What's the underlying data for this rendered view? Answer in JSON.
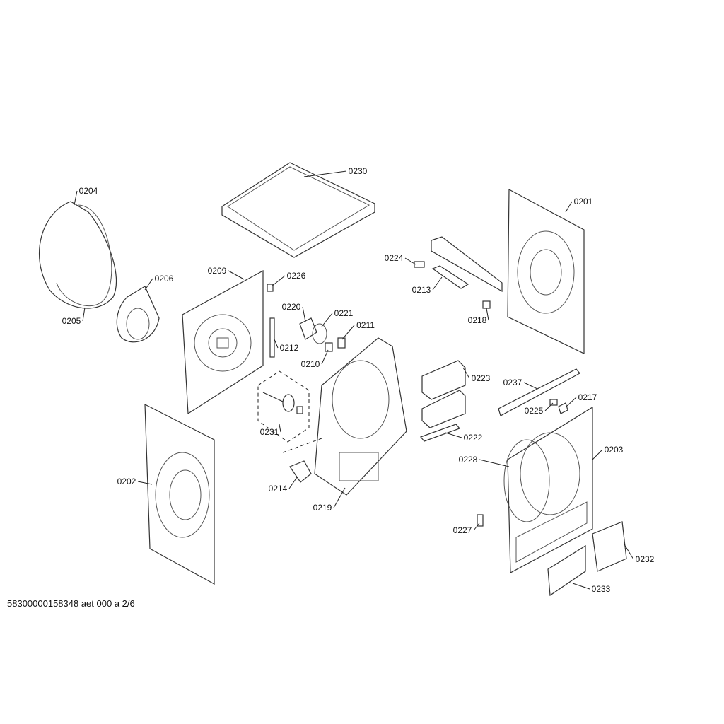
{
  "document_id": "58300000158348 aet 000 a 2/6",
  "parts": [
    "0230",
    "0204",
    "0201",
    "0206",
    "0209",
    "0226",
    "0224",
    "0213",
    "0220",
    "0221",
    "0211",
    "0218",
    "0205",
    "0212",
    "0210",
    "0223",
    "0237",
    "0217",
    "0225",
    "0231",
    "0222",
    "0203",
    "0228",
    "0202",
    "0214",
    "0219",
    "0227",
    "0232",
    "0233"
  ]
}
